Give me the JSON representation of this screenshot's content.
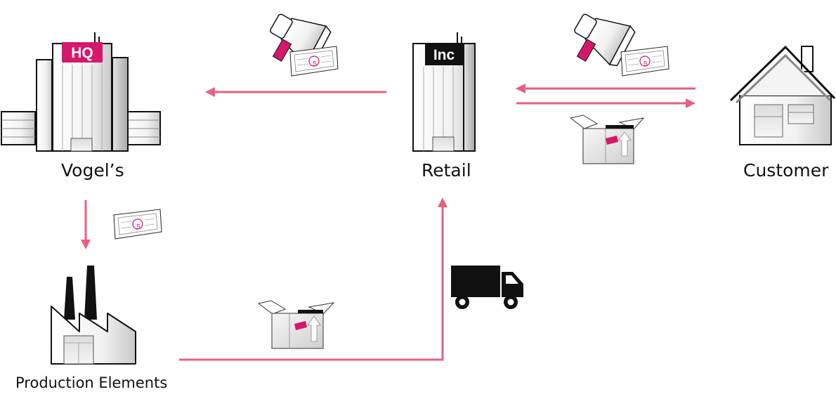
{
  "nodes": {
    "hq": {
      "label": "Vogel’s",
      "badge": "HQ"
    },
    "retail": {
      "label": "Retail",
      "badge": "Inc"
    },
    "customer": {
      "label": "Customer"
    },
    "production": {
      "label": "Production Elements"
    }
  },
  "banknote_value": "5",
  "colors": {
    "arrow": "#e85f7f",
    "brand": "#d6176a",
    "dark": "#111111"
  }
}
